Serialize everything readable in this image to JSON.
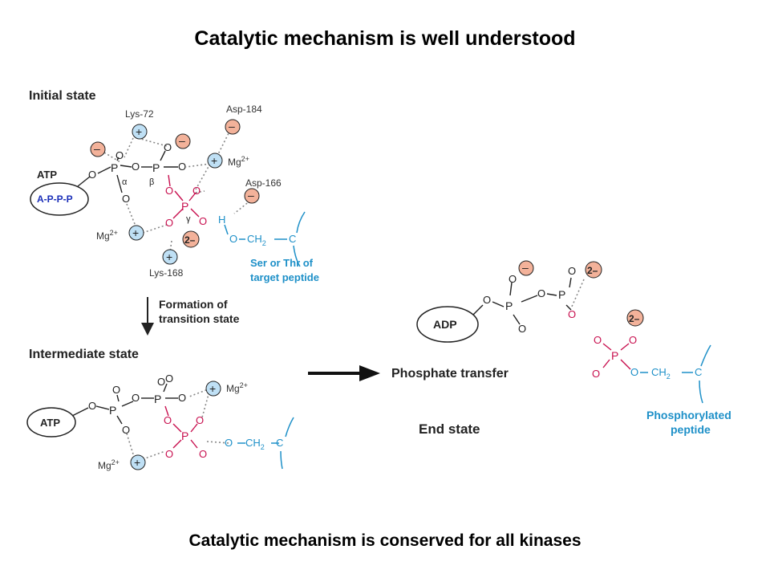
{
  "title": "Catalytic mechanism is well understood",
  "subtitle": "Catalytic mechanism is conserved for all kinases",
  "initial": {
    "heading": "Initial state",
    "atp_label": "ATP",
    "atp_chain": "A-P-P-P",
    "lys72": "Lys-72",
    "asp184": "Asp-184",
    "asp166": "Asp-166",
    "lys168": "Lys-168",
    "mg_label": "Mg",
    "mg_sup": "2+",
    "alpha": "α",
    "beta": "β",
    "gamma": "γ",
    "charge_2minus": "2–",
    "H": "H",
    "O": "O",
    "P": "P",
    "ch2": "CH",
    "ch2_sub": "2",
    "C": "C",
    "target": [
      "Ser or Thr of",
      "target peptide"
    ]
  },
  "transition": {
    "lines": [
      "Formation of",
      "transition state"
    ]
  },
  "intermediate": {
    "heading": "Intermediate state",
    "atp_label": "ATP"
  },
  "transfer_label": "Phosphate transfer",
  "end": {
    "heading": "End state",
    "adp_label": "ADP",
    "product": [
      "Phosphorylated",
      "peptide"
    ]
  },
  "colors": {
    "magenta": "#c8104f",
    "blue": "#1e90c8",
    "plus_fill": "#bfe0f5",
    "minus_fill": "#f3b29a",
    "dark_blue": "#1a2eb8"
  }
}
